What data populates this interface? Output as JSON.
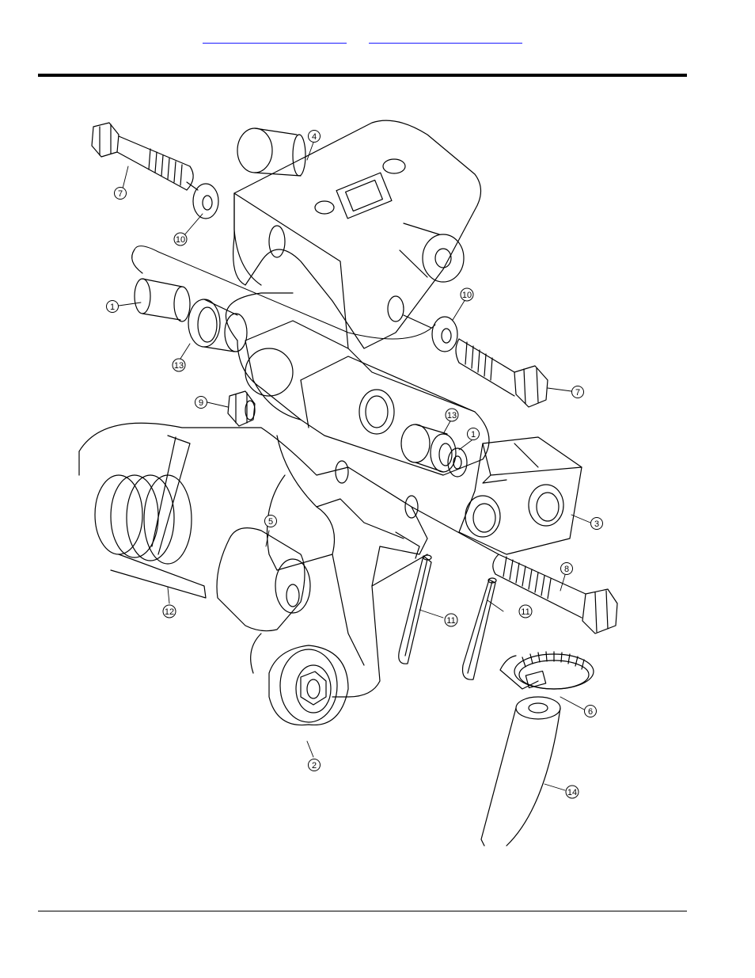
{
  "nav": {
    "link_1": "",
    "link_2": ""
  },
  "callouts": [
    {
      "id": "c7a",
      "label": "7"
    },
    {
      "id": "c10a",
      "label": "10"
    },
    {
      "id": "c4",
      "label": "4"
    },
    {
      "id": "c1a",
      "label": "1"
    },
    {
      "id": "c13a",
      "label": "13"
    },
    {
      "id": "c10b",
      "label": "10"
    },
    {
      "id": "c7b",
      "label": "7"
    },
    {
      "id": "c9",
      "label": "9"
    },
    {
      "id": "c13b",
      "label": "13"
    },
    {
      "id": "c1b",
      "label": "1"
    },
    {
      "id": "c3",
      "label": "3"
    },
    {
      "id": "c5",
      "label": "5"
    },
    {
      "id": "c8",
      "label": "8"
    },
    {
      "id": "c12",
      "label": "12"
    },
    {
      "id": "c11a",
      "label": "11"
    },
    {
      "id": "c11b",
      "label": "11"
    },
    {
      "id": "c6",
      "label": "6"
    },
    {
      "id": "c2",
      "label": "2"
    },
    {
      "id": "c14",
      "label": "14"
    }
  ],
  "colors": {
    "link": "#1a1aff",
    "line": "#000000"
  }
}
